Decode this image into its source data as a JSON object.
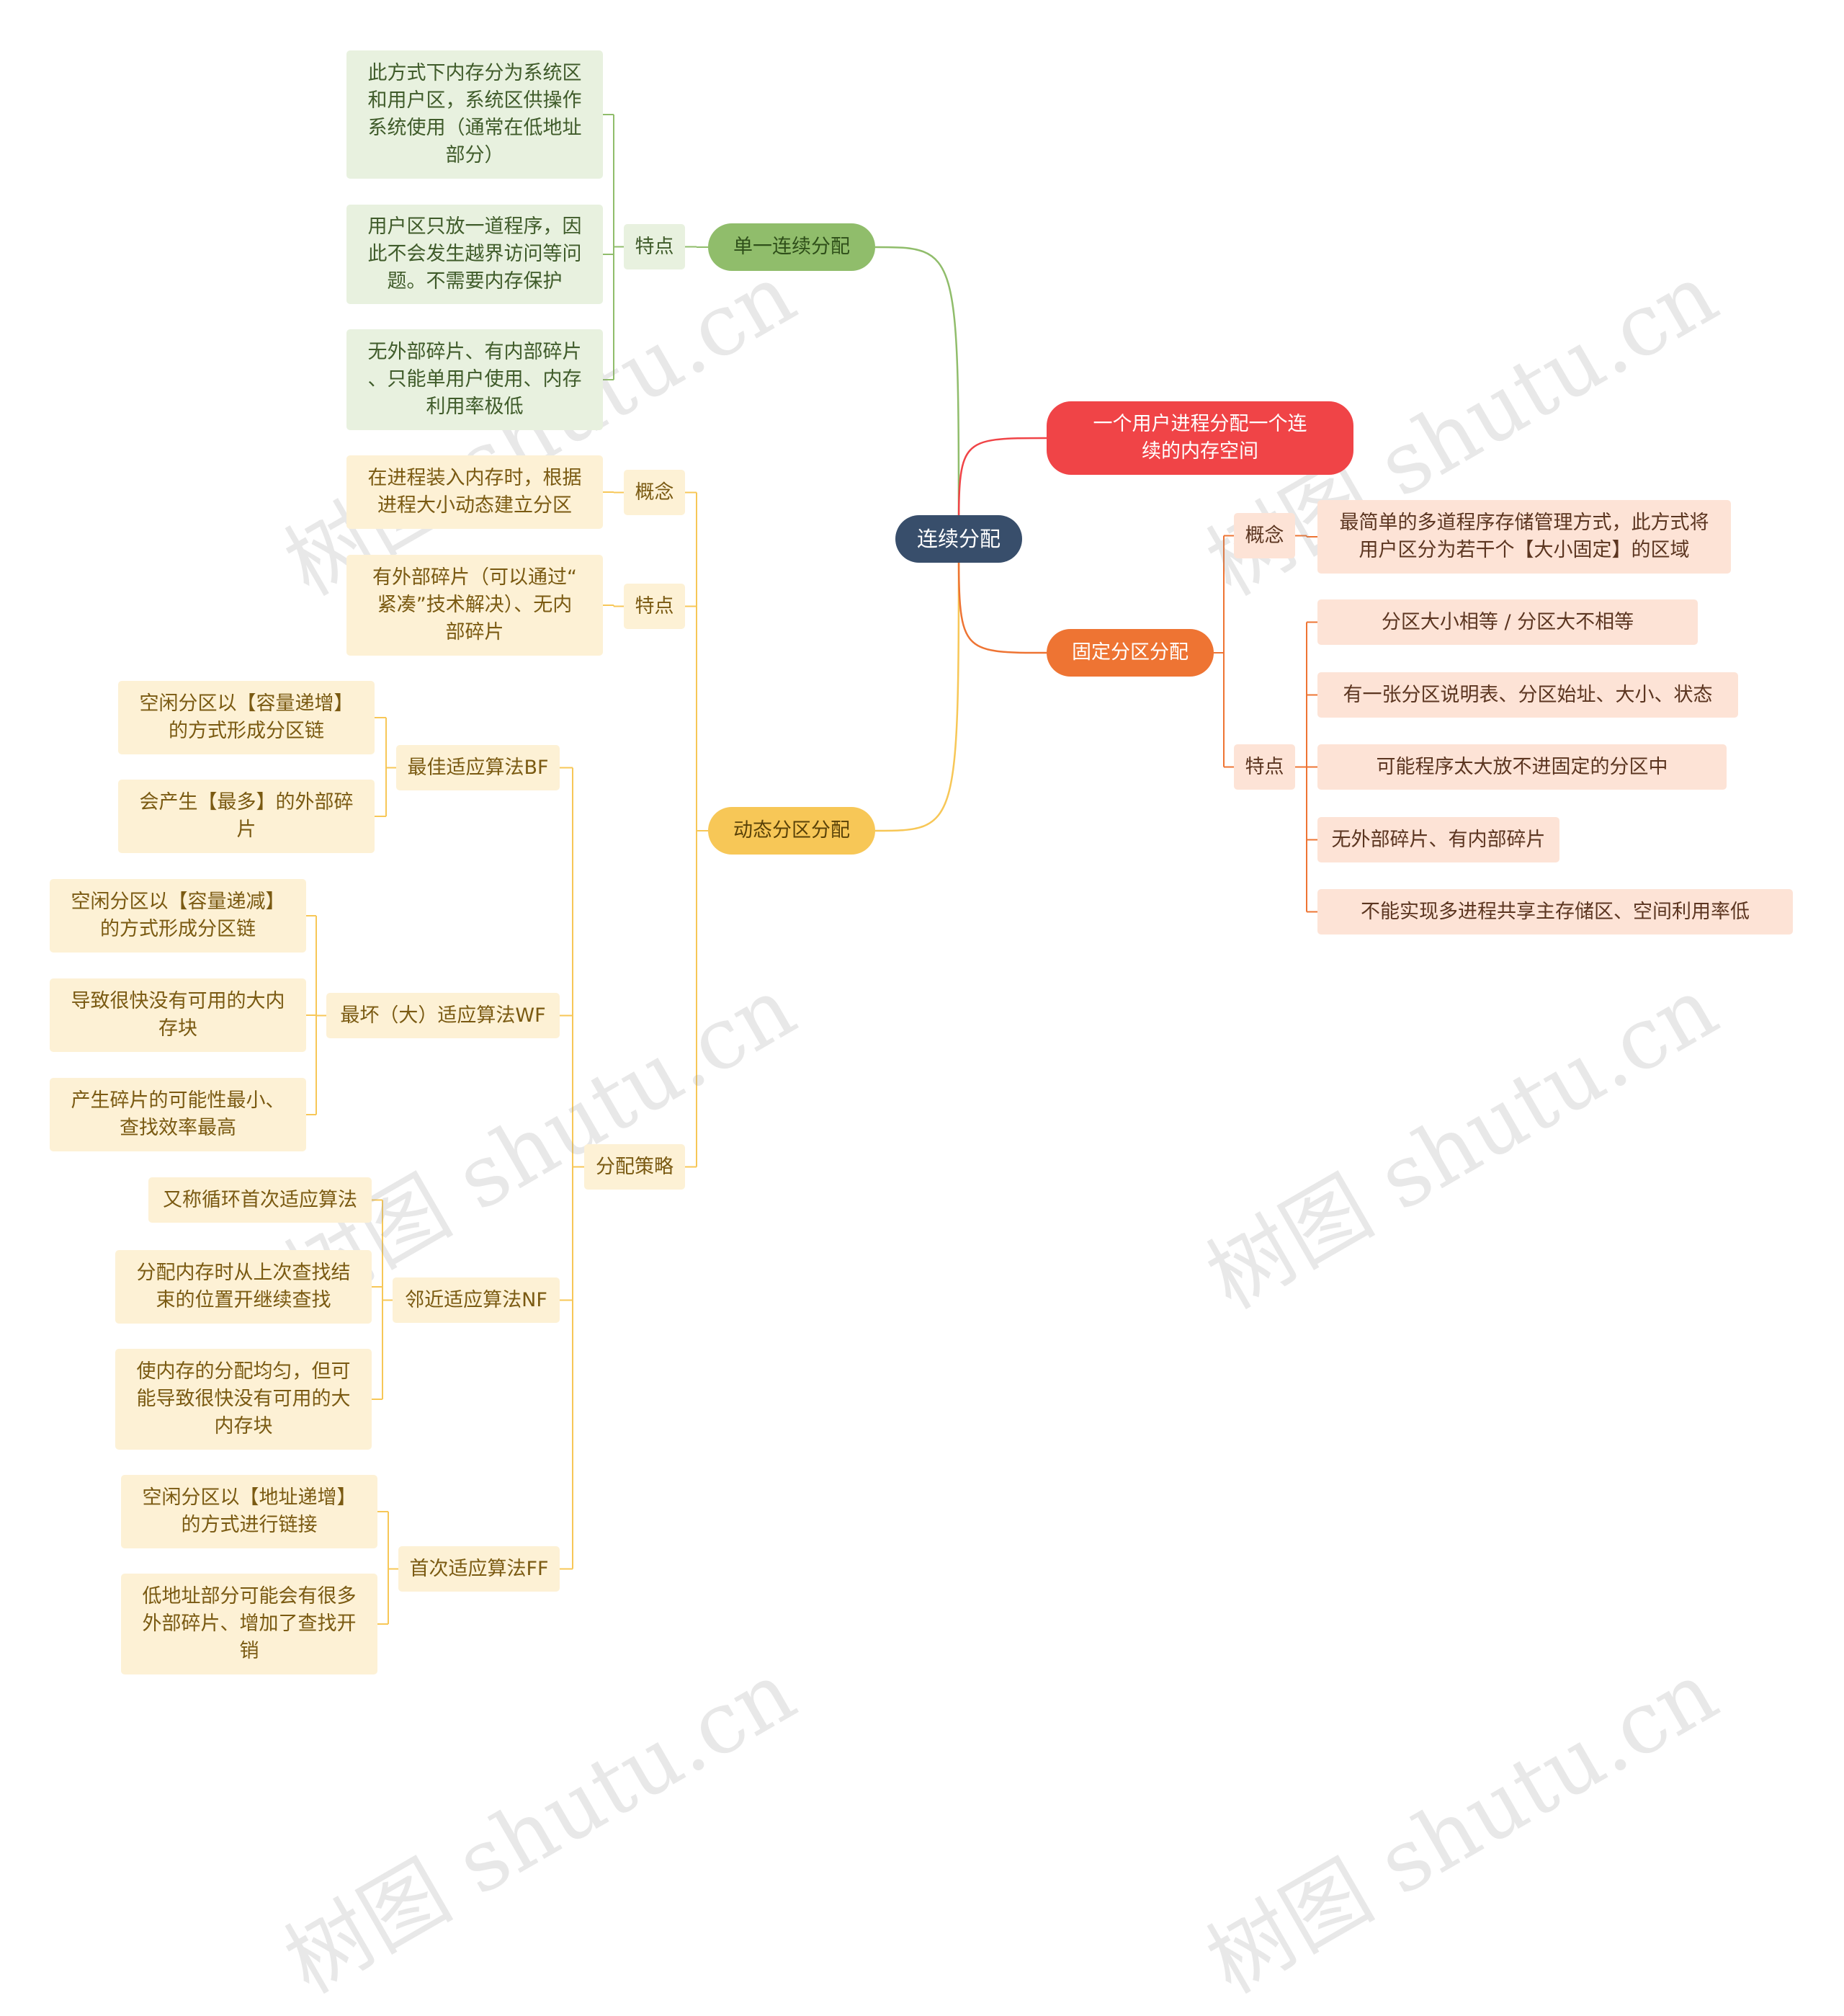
{
  "root": {
    "label": "连续分配"
  },
  "watermark": "树图 shutu.cn",
  "colors": {
    "root": "#384e6b",
    "green": "#90bd6b",
    "yellow": "#f7c757",
    "orange": "#ee7433",
    "red": "#f04447"
  },
  "branches": {
    "single": {
      "label": "单一连续分配",
      "traits_label": "特点",
      "traits": [
        "此方式下内存分为系统区\n和用户区，系统区供操作\n系统使用（通常在低地址\n部分）",
        "用户区只放一道程序，因\n此不会发生越界访问等问\n题。不需要内存保护",
        "无外部碎片、有内部碎片\n、只能单用户使用、内存\n利用率极低"
      ]
    },
    "dynamic": {
      "label": "动态分区分配",
      "concept_label": "概念",
      "concept": "在进程装入内存时，根据\n进程大小动态建立分区",
      "traits_label": "特点",
      "traits": "有外部碎片（可以通过“\n紧凑”技术解决）、无内\n部碎片",
      "strategy_label": "分配策略",
      "algorithms": [
        {
          "label": "最佳适应算法BF",
          "items": [
            "空闲分区以【容量递增】\n的方式形成分区链",
            "会产生【最多】的外部碎\n片"
          ]
        },
        {
          "label": "最坏（大）适应算法WF",
          "items": [
            "空闲分区以【容量递减】\n的方式形成分区链",
            "导致很快没有可用的大内\n存块",
            "产生碎片的可能性最小、\n查找效率最高"
          ]
        },
        {
          "label": "邻近适应算法NF",
          "items": [
            "又称循环首次适应算法",
            "分配内存时从上次查找结\n束的位置开继续查找",
            "使内存的分配均匀，但可\n能导致很快没有可用的大\n内存块"
          ]
        },
        {
          "label": "首次适应算法FF",
          "items": [
            "空闲分区以【地址递增】\n的方式进行链接",
            "低地址部分可能会有很多\n外部碎片、增加了查找开\n销"
          ]
        }
      ]
    },
    "process": {
      "label": "一个用户进程分配一个连\n续的内存空间"
    },
    "fixed": {
      "label": "固定分区分配",
      "concept_label": "概念",
      "concept": "最简单的多道程序存储管理方式，此方式将\n用户区分为若干个【大小固定】的区域",
      "traits_label": "特点",
      "traits": [
        "分区大小相等    /    分区大不相等",
        "有一张分区说明表、分区始址、大小、状态",
        "可能程序太大放不进固定的分区中",
        "无外部碎片、有内部碎片",
        "不能实现多进程共享主存储区、空间利用率低"
      ]
    }
  }
}
